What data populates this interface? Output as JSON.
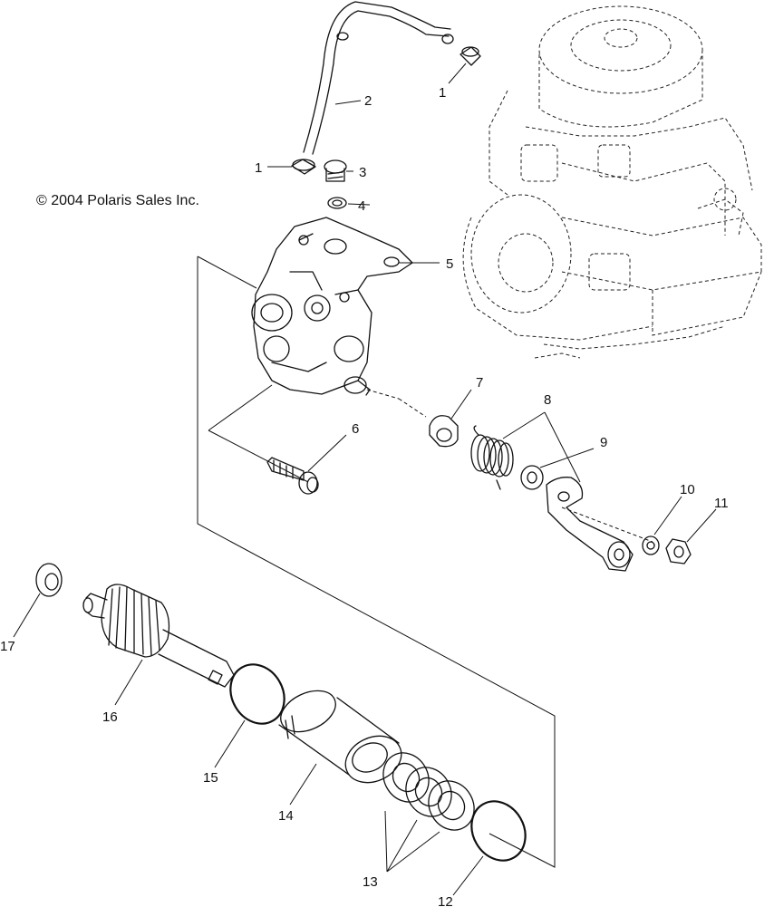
{
  "copyright": "© 2004 Polaris Sales Inc.",
  "callouts": {
    "c1a": "1",
    "c1b": "1",
    "c2": "2",
    "c3": "3",
    "c4": "4",
    "c5": "5",
    "c6": "6",
    "c7": "7",
    "c8": "8",
    "c9": "9",
    "c10": "10",
    "c11": "11",
    "c12": "12",
    "c13": "13",
    "c14": "14",
    "c15": "15",
    "c16": "16",
    "c17": "17"
  }
}
